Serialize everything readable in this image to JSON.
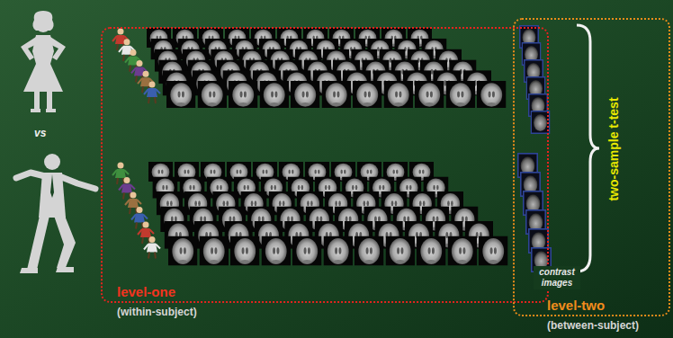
{
  "diagram": {
    "nodes": [
      {
        "text": [
          "level-one",
          "(within-subject)"
        ]
      },
      {
        "text": [
          "level-two",
          "(between-subject)"
        ]
      }
    ],
    "labels": [
      "vs",
      "contrast images",
      "two-sample t-test"
    ]
  }
}
